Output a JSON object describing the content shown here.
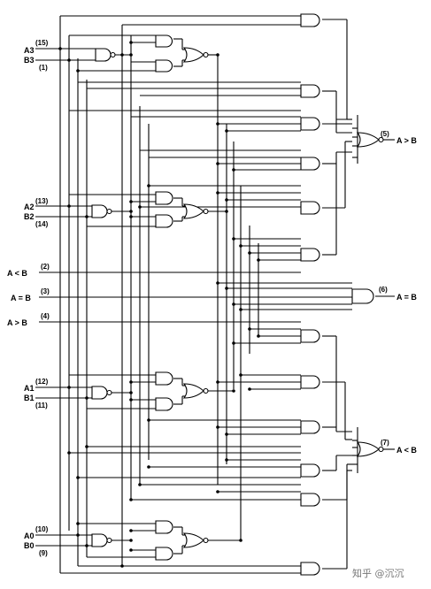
{
  "diagram": {
    "inputs": [
      {
        "name": "A3",
        "pin": "(15)"
      },
      {
        "name": "B3",
        "pin": "(1)"
      },
      {
        "name": "A2",
        "pin": "(13)"
      },
      {
        "name": "B2",
        "pin": "(14)"
      },
      {
        "name": "A1",
        "pin": "(12)"
      },
      {
        "name": "B1",
        "pin": "(11)"
      },
      {
        "name": "A0",
        "pin": "(10)"
      },
      {
        "name": "B0",
        "pin": "(9)"
      }
    ],
    "cascade_inputs": [
      {
        "name": "A < B",
        "pin": "(2)"
      },
      {
        "name": "A = B",
        "pin": "(3)"
      },
      {
        "name": "A > B",
        "pin": "(4)"
      }
    ],
    "outputs": [
      {
        "name": "A > B",
        "pin": "(5)"
      },
      {
        "name": "A = B",
        "pin": "(6)"
      },
      {
        "name": "A < B",
        "pin": "(7)"
      }
    ],
    "watermark": "知乎 @沉沉"
  }
}
